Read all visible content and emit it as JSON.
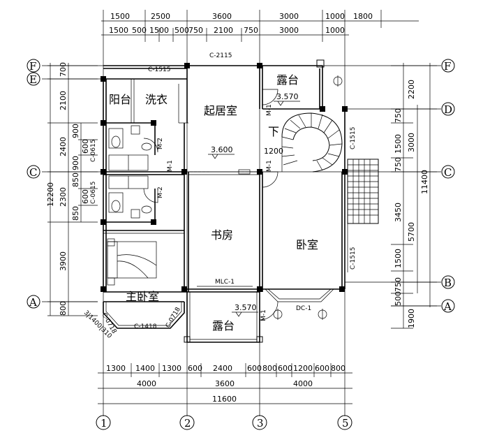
{
  "top_dims_row1": [
    "1500",
    "2500",
    "3600",
    "3000",
    "1000",
    "1800"
  ],
  "top_dims_row2": [
    "1500",
    "500",
    "1500",
    "500",
    "750",
    "2100",
    "750",
    "3000",
    "1000"
  ],
  "bottom_dims_row1": [
    "1300",
    "1400",
    "1300",
    "600",
    "2400",
    "600",
    "800",
    "600",
    "1200",
    "600",
    "800"
  ],
  "bottom_dims_row2": [
    "4000",
    "3600",
    "4000"
  ],
  "bottom_total": "11600",
  "left_outer": [
    "700",
    "2100",
    "2400",
    "2300",
    "3900",
    "800"
  ],
  "left_inner": [
    "900",
    "600",
    "900",
    "850",
    "600",
    "850"
  ],
  "left_total": "12200",
  "right_inner": [
    "2200",
    "750",
    "1500",
    "750",
    "3450",
    "1500",
    "750",
    "500",
    "1900"
  ],
  "right_mid": [
    "3000",
    "5700"
  ],
  "right_total": "11400",
  "axes_left": [
    "F",
    "E",
    "C",
    "A"
  ],
  "axes_right": [
    "F",
    "D",
    "C",
    "B",
    "A"
  ],
  "axes_bottom": [
    "1",
    "2",
    "3",
    "5"
  ],
  "rooms": {
    "living": "起居室",
    "balcony": "阳台",
    "laundry": "洗衣",
    "terrace_top": "露台",
    "terrace_bottom": "露台",
    "study": "书房",
    "bedroom": "卧室",
    "master_bedroom": "主卧室",
    "down": "下"
  },
  "levels": [
    "3.570",
    "3.600",
    "1200",
    "3.570"
  ],
  "tags": {
    "c2115": "C-2115",
    "c1515_top": "C-1515",
    "c0615_a": "C-0615",
    "c0615_b": "C-0615",
    "c1515_r1": "C-1515",
    "c1515_r2": "C-1515",
    "m2_a": "M-2",
    "m2_b": "M-2",
    "m1_a": "M-1",
    "m1_b": "M-1",
    "m1_c": "M-1",
    "m1_d": "M-1",
    "mlc1": "MLC-1",
    "dc1": "DC-1",
    "c1418": "C-1418",
    "c0718_a": "C-0718",
    "c0718_b": "C-0718",
    "bay_dims": "3|1400|310"
  }
}
